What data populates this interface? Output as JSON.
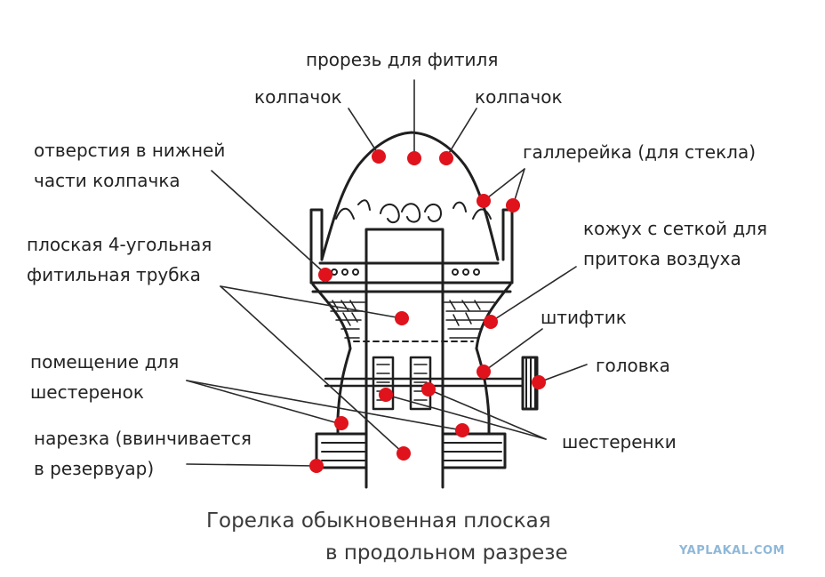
{
  "labels": {
    "wick_slot": "прорезь для фитиля",
    "cap_left": "колпачок",
    "cap_right": "колпачок",
    "cap_holes_line1": "отверстия в нижней",
    "cap_holes_line2": "части колпачка",
    "gallery": "галлерейка (для стекла)",
    "wick_tube_line1": "плоская 4-угольная",
    "wick_tube_line2": "фитильная трубка",
    "casing_line1": "кожух с сеткой для",
    "casing_line2": "притока воздуха",
    "pin": "штифтик",
    "gear_room_line1": "помещение для",
    "gear_room_line2": "шестеренок",
    "knob": "головка",
    "thread_line1": "нарезка (ввинчивается",
    "thread_line2": "в резервуар)",
    "gears": "шестеренки"
  },
  "caption": {
    "line1": "Горелка обыкновенная плоская",
    "line2": "в продольном разрезе"
  },
  "watermark": "YAPLAKAL.COM",
  "colors": {
    "marker": "#e0121b",
    "ink": "#1f1f1f",
    "leader": "#2a2a2a",
    "text": "#232323",
    "watermark": "#8fb8d8"
  }
}
